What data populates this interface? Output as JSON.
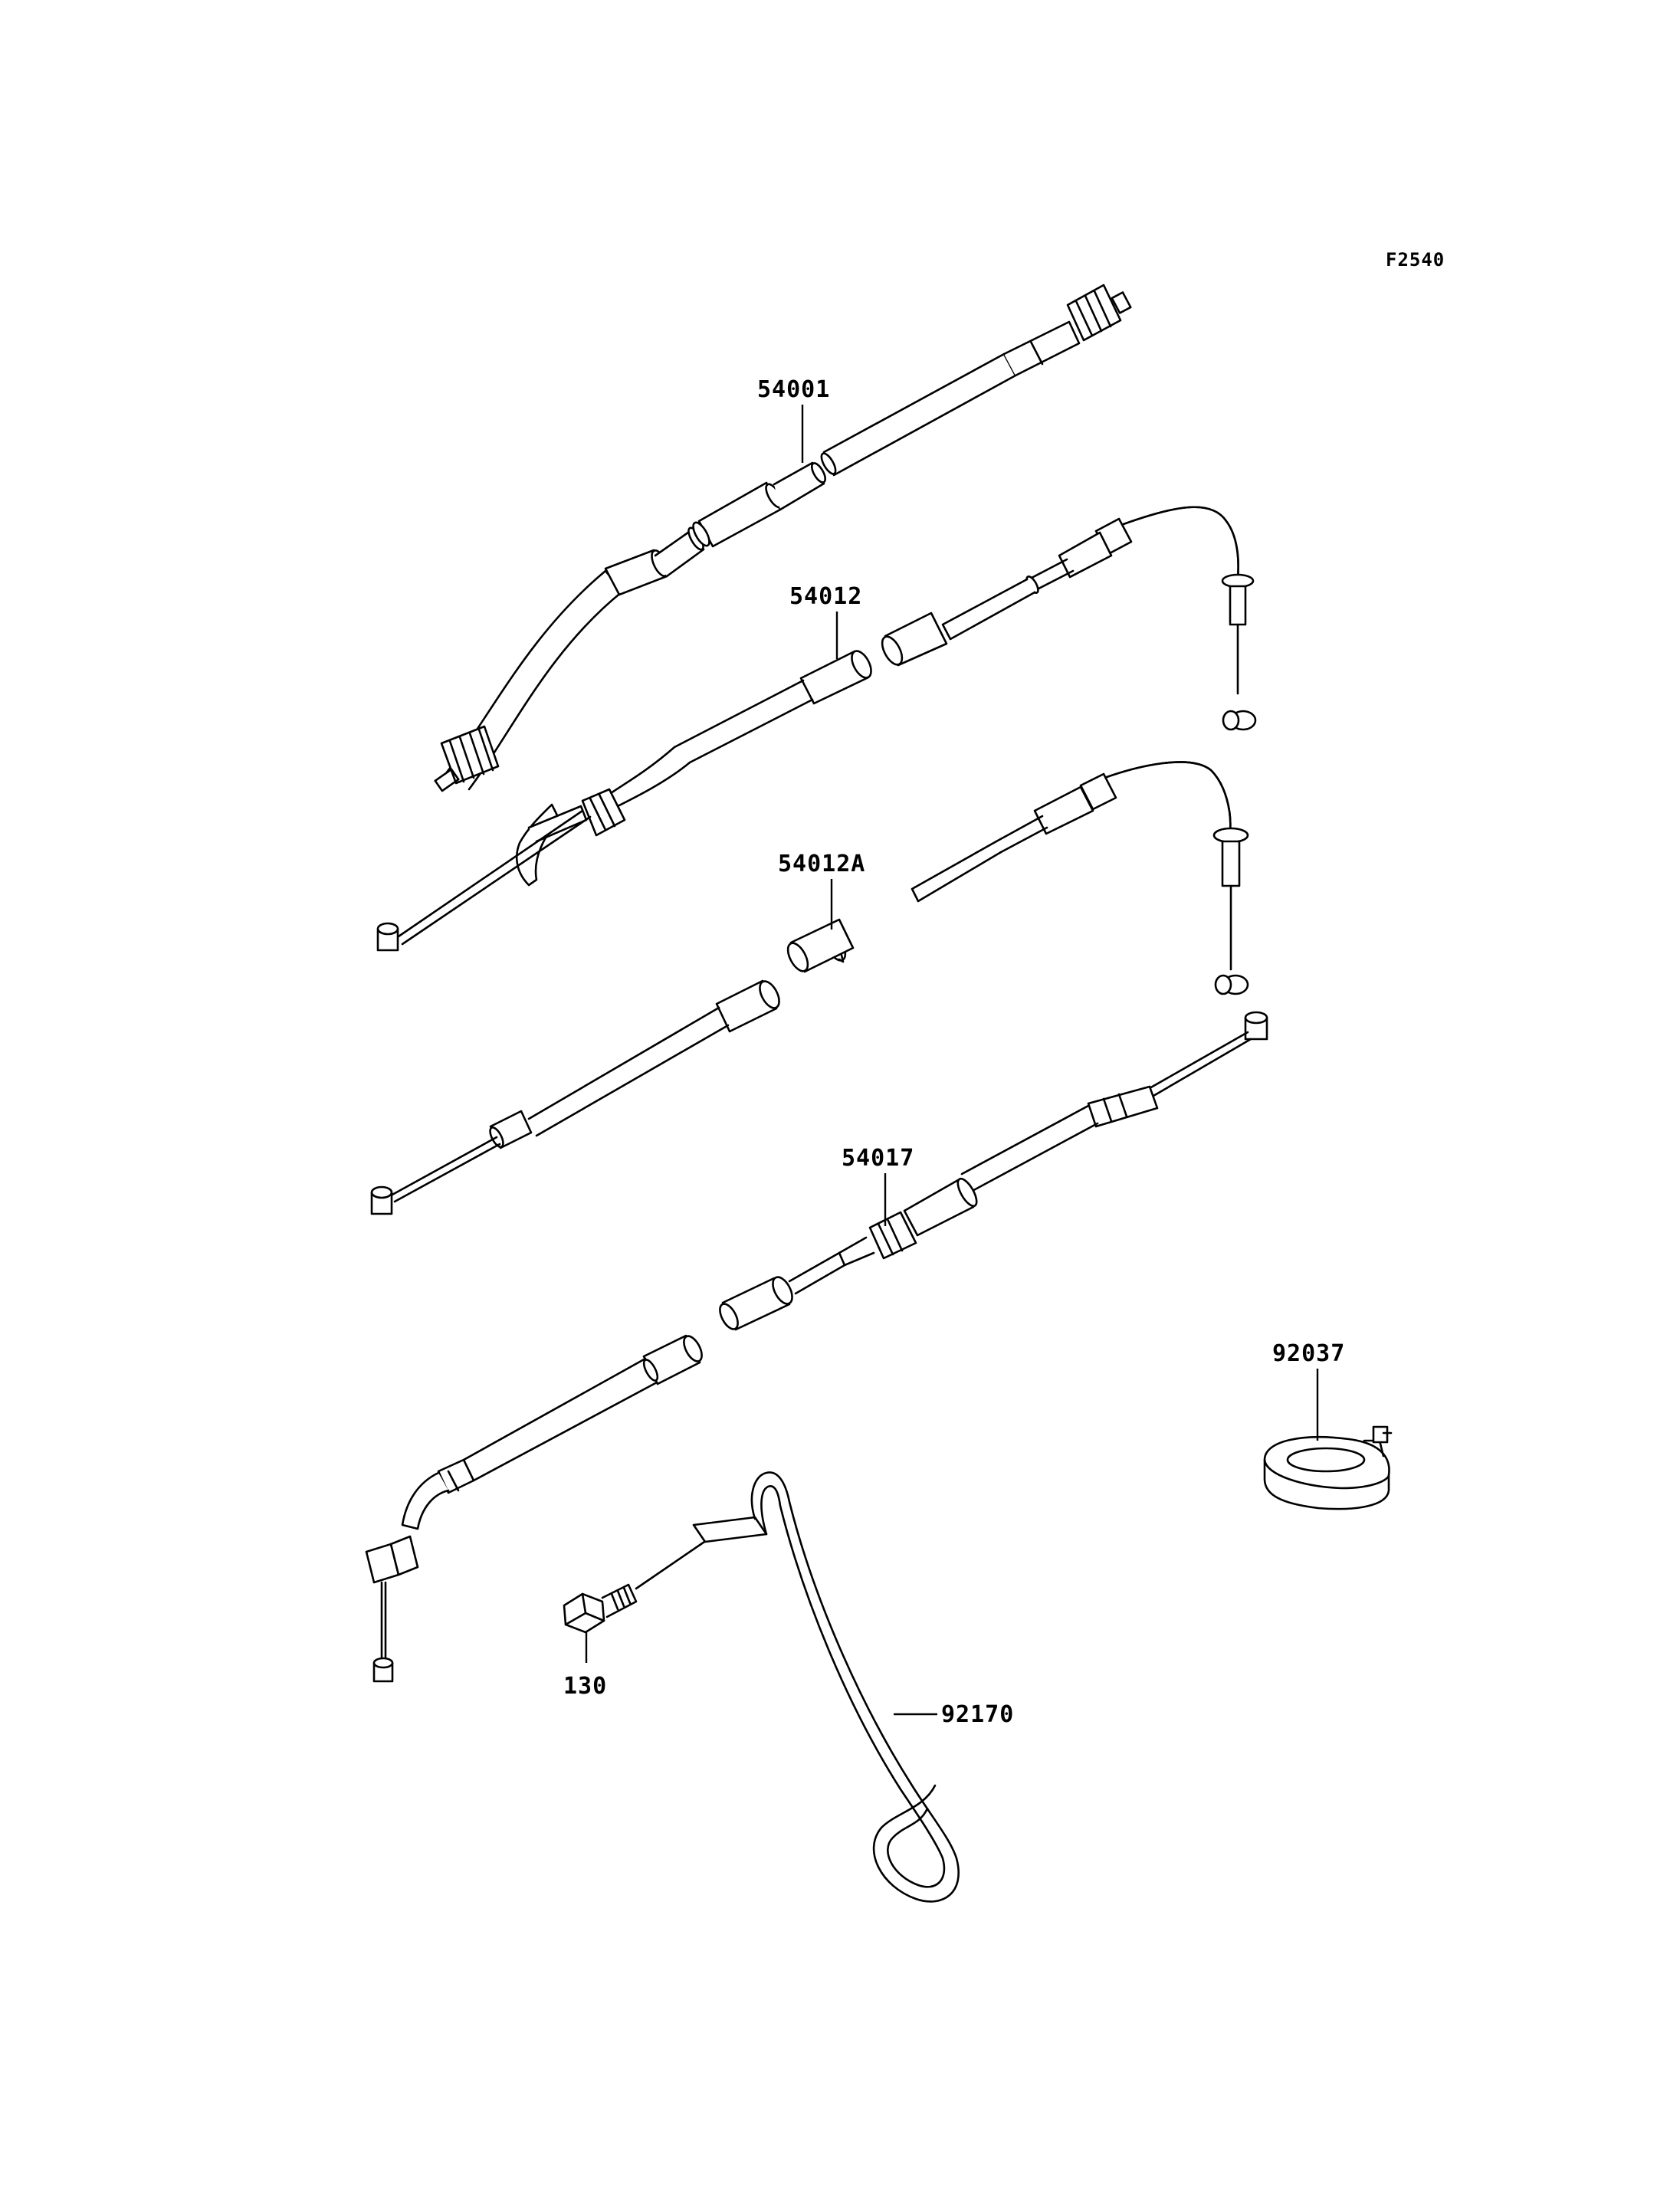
{
  "figure_code": "F2540",
  "parts": [
    {
      "id": "part-54001",
      "label": "54001"
    },
    {
      "id": "part-54012",
      "label": "54012"
    },
    {
      "id": "part-54012a",
      "label": "54012A"
    },
    {
      "id": "part-54017",
      "label": "54017"
    },
    {
      "id": "part-92037",
      "label": "92037"
    },
    {
      "id": "part-130",
      "label": "130"
    },
    {
      "id": "part-92170",
      "label": "92170"
    }
  ]
}
